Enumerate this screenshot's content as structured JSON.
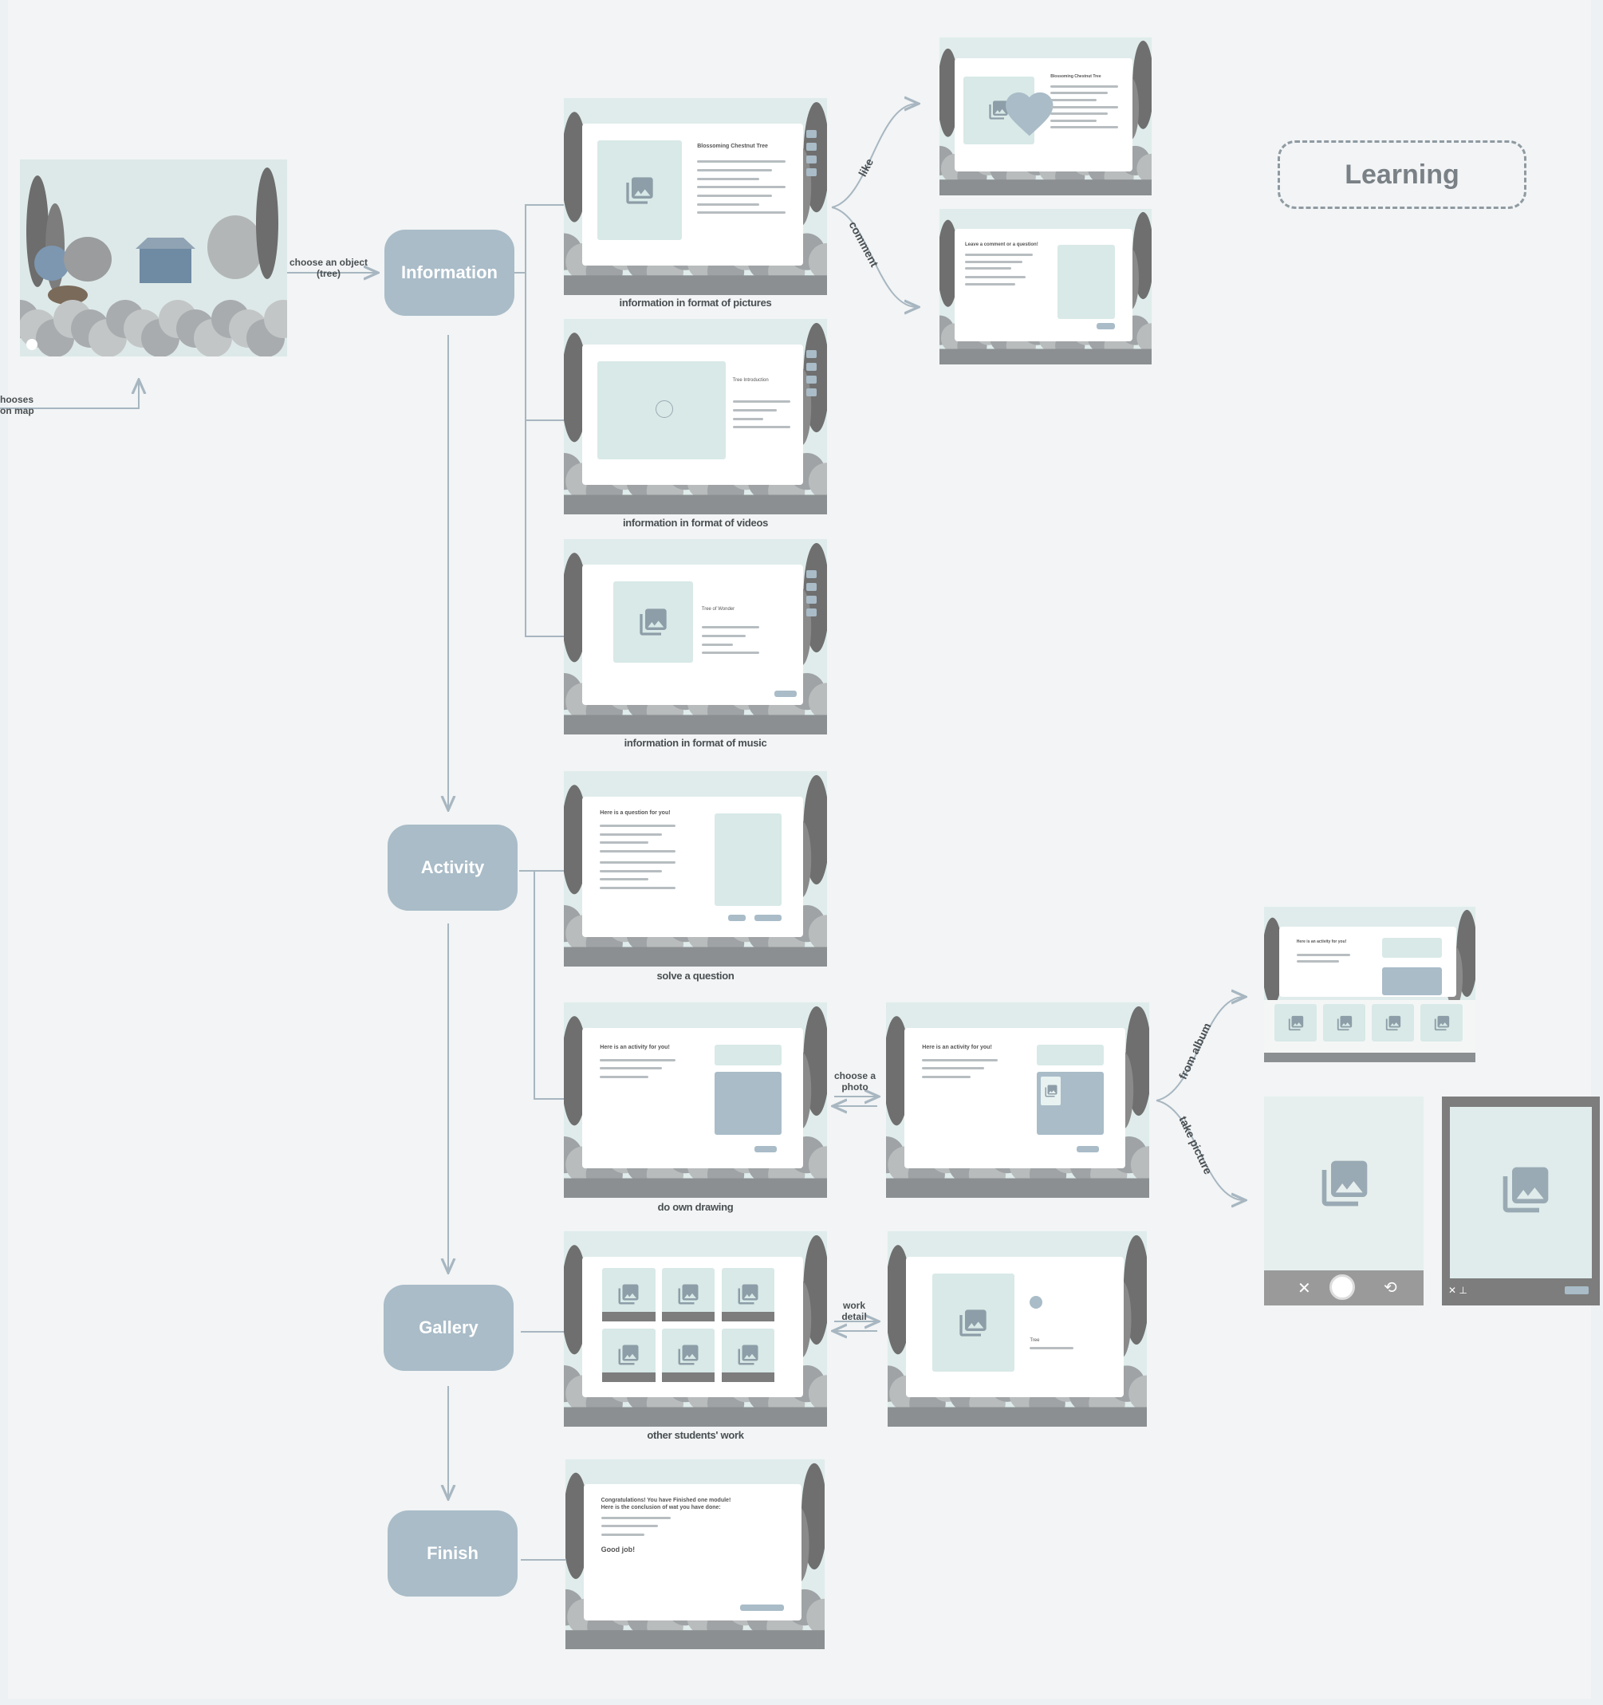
{
  "title": "Learning",
  "nodes": {
    "information": "Information",
    "activity": "Activity",
    "gallery": "Gallery",
    "finish": "Finish"
  },
  "edges": {
    "choose_object_line1": "choose an object",
    "choose_object_line2": "(tree)",
    "chooses_line1": "hooses",
    "chooses_line2": "on map",
    "like": "like",
    "comment": "comment",
    "choose_photo_line1": "choose a",
    "choose_photo_line2": "photo",
    "work_detail_line1": "work",
    "work_detail_line2": "detail",
    "from_album": "from album",
    "take_picture": "take picture"
  },
  "captions": {
    "pictures": "information in format of pictures",
    "videos": "information in format of videos",
    "music": "information in format of music",
    "solve": "solve a question",
    "drawing": "do own drawing",
    "gallery": "other students' work"
  },
  "screens": {
    "question_heading": "Here is a question for you!",
    "activity_heading": "Here is an activity for you!",
    "comment_heading": "Leave a comment or a question!",
    "finish_heading": "Congratulations! You have Finished one module!",
    "finish_sub": "Here is the conclusion of wat you have done:",
    "finish_good": "Good job!",
    "tree_title": "Blossoming Chestnut Tree",
    "video_title": "Tree Introduction",
    "music_title": "Tree of Wonder",
    "gallery_user": "Tree"
  },
  "colors": {
    "node": "#a9bcc8",
    "edge": "#a7b6c0",
    "background": "#f2f4f5",
    "screen_bg": "#dfeceb",
    "card": "#ffffff"
  },
  "icons": [
    "image-gallery-icon",
    "heart-icon",
    "play-icon",
    "arrow-icon",
    "close-icon",
    "shutter-icon",
    "rotate-icon"
  ]
}
